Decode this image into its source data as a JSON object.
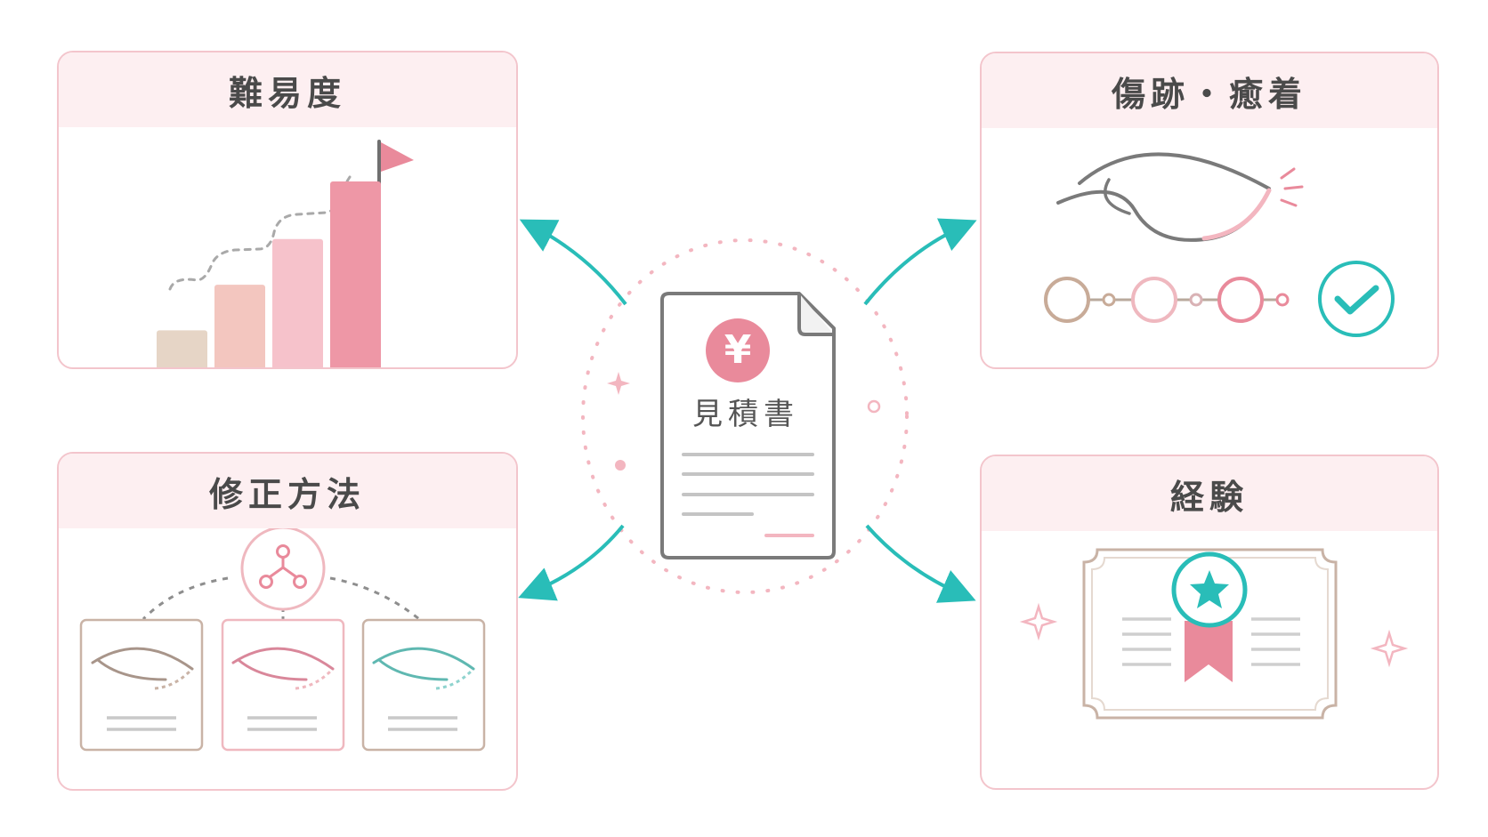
{
  "colors": {
    "pink": "#e98a9b",
    "pink_light": "#f3c1c8",
    "pink_pale": "#fdeff1",
    "beige": "#e3d3c6",
    "taupe": "#a8958a",
    "teal": "#29bdb8",
    "gray": "#7a7a7a"
  },
  "center": {
    "document_label": "見積書",
    "currency_symbol": "¥",
    "icon": "document-icon"
  },
  "cards": {
    "difficulty": {
      "title": "難易度",
      "icon": "rising-bars-with-flag-icon"
    },
    "scar": {
      "title": "傷跡・癒着",
      "icon": "eye-with-progress-steps-icon"
    },
    "method": {
      "title": "修正方法",
      "icon": "branching-options-icon"
    },
    "experience": {
      "title": "経験",
      "icon": "certificate-with-ribbon-icon"
    }
  },
  "difficulty_levels": [
    0.18,
    0.37,
    0.56,
    0.8
  ]
}
